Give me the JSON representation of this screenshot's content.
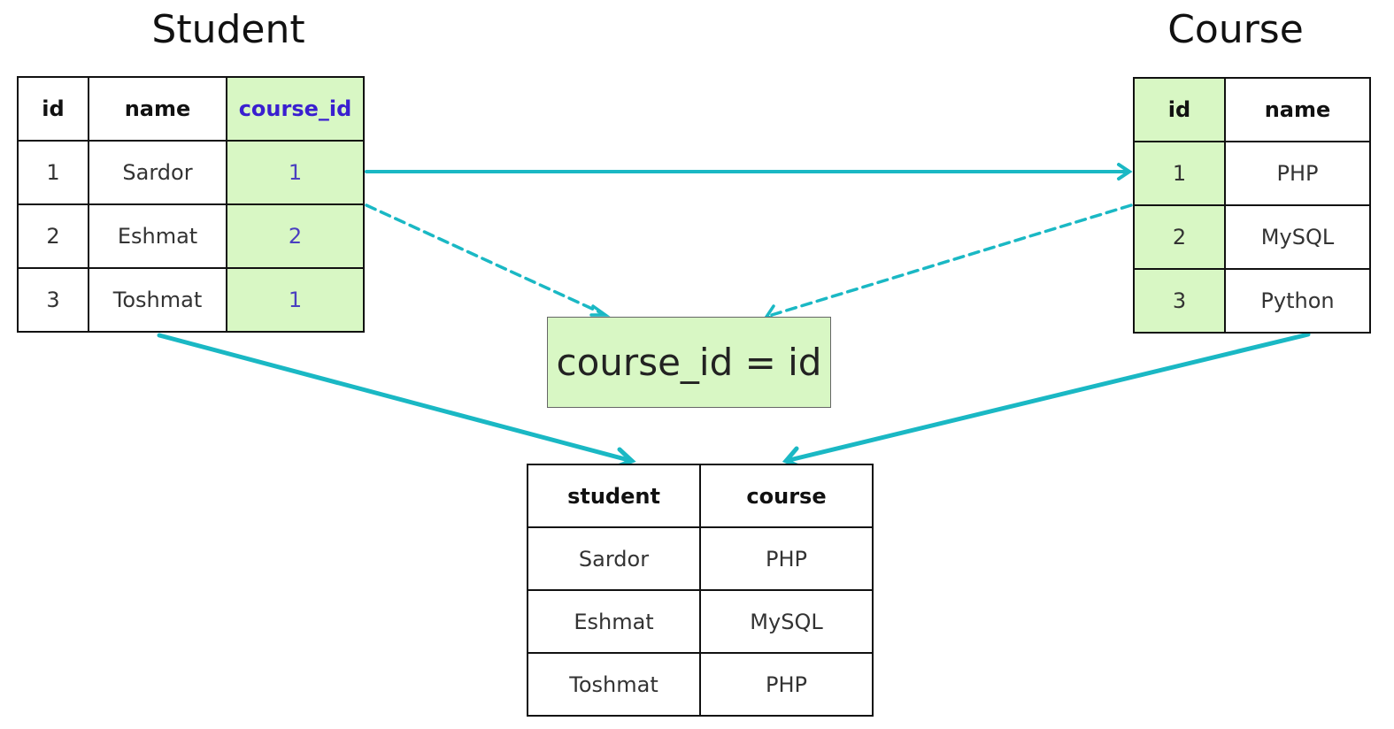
{
  "student": {
    "title": "Student",
    "columns": [
      "id",
      "name",
      "course_id"
    ],
    "rows": [
      [
        "1",
        "Sardor",
        "1"
      ],
      [
        "2",
        "Eshmat",
        "2"
      ],
      [
        "3",
        "Toshmat",
        "1"
      ]
    ]
  },
  "course": {
    "title": "Course",
    "columns": [
      "id",
      "name"
    ],
    "rows": [
      [
        "1",
        "PHP"
      ],
      [
        "2",
        "MySQL"
      ],
      [
        "3",
        "Python"
      ]
    ]
  },
  "condition": "course_id = id",
  "result": {
    "columns": [
      "student",
      "course"
    ],
    "rows": [
      [
        "Sardor",
        "PHP"
      ],
      [
        "Eshmat",
        "MySQL"
      ],
      [
        "Toshmat",
        "PHP"
      ]
    ]
  },
  "colors": {
    "highlight": "#d8f7c4",
    "arrow": "#1ab8c4",
    "foreign_key_text": "#3a1fd0"
  }
}
